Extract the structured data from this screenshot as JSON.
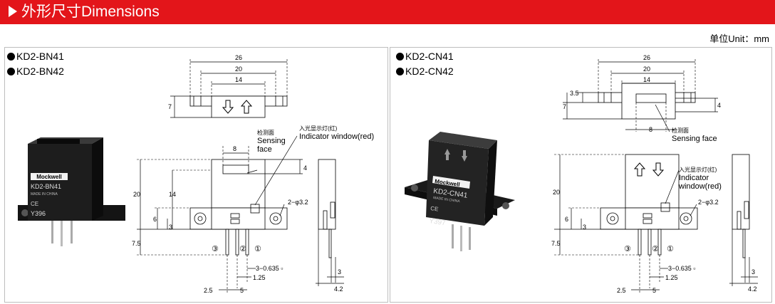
{
  "header": {
    "title": "外形尺寸Dimensions"
  },
  "unit_label": "单位Unit：mm",
  "left": {
    "models": [
      "KD2-BN41",
      "KD2-BN42"
    ],
    "photo": {
      "brand": "Mockwell",
      "model": "KD2-BN41",
      "made": "MADE IN CHINA",
      "code": "Y396"
    },
    "labels": {
      "sensing_cn": "检测面",
      "sensing_l1": "Sensing",
      "sensing_l2": "face",
      "indicator_cn": "入光显示灯(红)",
      "indicator_en": "Indicator window(red)",
      "hole": "2−φ3.2",
      "pins": "3−0.635 ▫"
    },
    "dims": {
      "d26": "26",
      "d20": "20",
      "d14": "14",
      "d7": "7",
      "d8": "8",
      "d4": "4",
      "h20": "20",
      "h14": "14",
      "h6": "6",
      "h3": "3",
      "h7_5": "7.5",
      "p2_5": "2.5",
      "p5": "5",
      "p1_25": "1.25",
      "s3": "3",
      "s4_2": "4.2"
    },
    "pin_marks": [
      "③",
      "②",
      "①"
    ]
  },
  "right": {
    "models": [
      "KD2-CN41",
      "KD2-CN42"
    ],
    "photo": {
      "brand": "Mockwell",
      "model": "KD2-CN41",
      "made": "MADE IN CHINA",
      "code": "Y397"
    },
    "labels": {
      "sensing_cn": "检测面",
      "sensing_en": "Sensing face",
      "indicator_cn": "入光显示灯(红)",
      "indicator_l1": "Indicator",
      "indicator_l2": "window(red)",
      "hole": "2−φ3.2",
      "pins": "3−0.635 ▫"
    },
    "dims": {
      "d26": "26",
      "d20": "20",
      "d14": "14",
      "d3_5": "3.5",
      "d7": "7",
      "d8": "8",
      "d4": "4",
      "h20": "20",
      "h6": "6",
      "h3": "3",
      "h7_5": "7.5",
      "p2_5": "2.5",
      "p5": "5",
      "p1_25": "1.25",
      "s3": "3",
      "s4_2": "4.2"
    },
    "pin_marks": [
      "③",
      "②",
      "①"
    ]
  }
}
